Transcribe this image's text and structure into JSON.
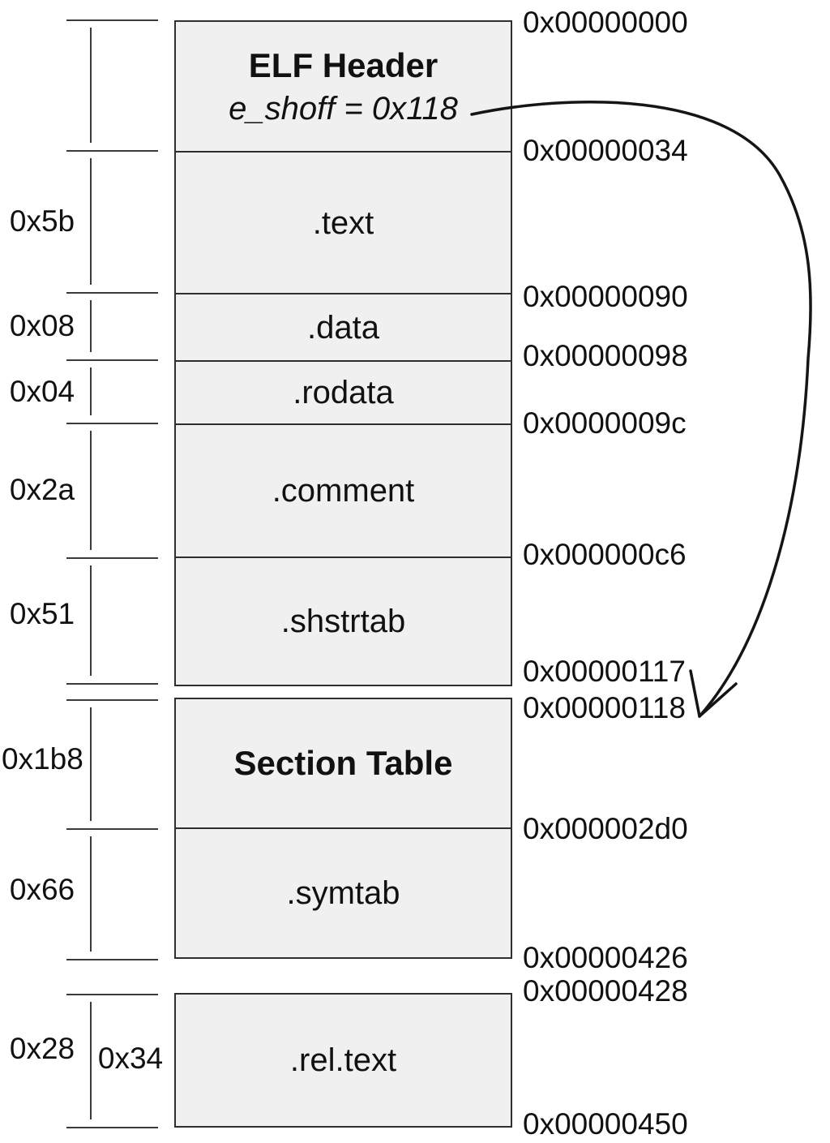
{
  "colors": {
    "background": "#ffffff",
    "box_fill": "#f0f0f0",
    "line": "#2f2f2f",
    "text": "#111111"
  },
  "header_box": {
    "title": "ELF Header",
    "field": "e_shoff = 0x118"
  },
  "sections": {
    "text": ".text",
    "data": ".data",
    "rodata": ".rodata",
    "comment": ".comment",
    "shstrtab": ".shstrtab",
    "section_table": "Section Table",
    "symtab": ".symtab",
    "rel_text": ".rel.text"
  },
  "offsets": {
    "o0": "0x00000000",
    "o34": "0x00000034",
    "o90": "0x00000090",
    "o98": "0x00000098",
    "o9c": "0x0000009c",
    "oc6": "0x000000c6",
    "o117": "0x00000117",
    "o118": "0x00000118",
    "o2d0": "0x000002d0",
    "o426": "0x00000426",
    "o428": "0x00000428",
    "o450": "0x00000450"
  },
  "sizes": {
    "text": "0x5b",
    "data": "0x08",
    "rodata": "0x04",
    "comment": "0x2a",
    "shstrtab": "0x51",
    "section_table": "0x1b8",
    "symtab": "0x66",
    "rel_text": "0x28",
    "rel_text_inner": "0x34"
  }
}
